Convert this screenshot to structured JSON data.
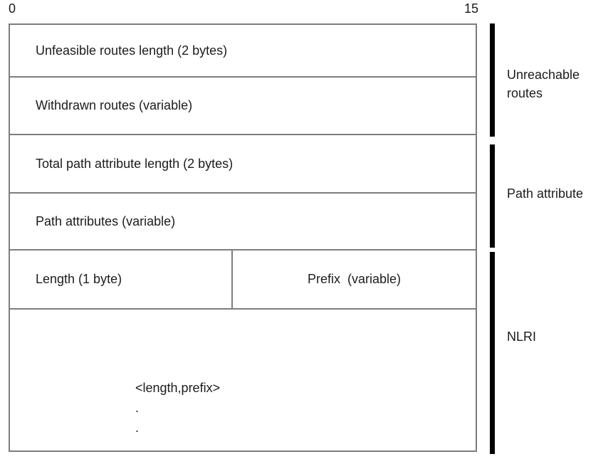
{
  "diagram": {
    "bit_labels": {
      "start": "0",
      "end": "15"
    },
    "rows": [
      {
        "label": "Unfeasible routes length (2 bytes)"
      },
      {
        "label": "Withdrawn routes (variable)"
      },
      {
        "label": "Total path attribute length (2 bytes)"
      },
      {
        "label": "Path attributes (variable)"
      },
      {
        "cells": [
          "Length (1 byte)",
          "Prefix  (variable)"
        ]
      },
      {
        "label": "<length,prefix>",
        "dots": [
          ".",
          "."
        ]
      }
    ],
    "brackets": [
      {
        "label": "Unreachable routes"
      },
      {
        "label": "Path attribute"
      },
      {
        "label": "NLRI"
      }
    ],
    "colors": {
      "line": "#7d7d7d",
      "bracket": "#000000",
      "text": "#1c1c1c",
      "background": "#ffffff"
    }
  }
}
